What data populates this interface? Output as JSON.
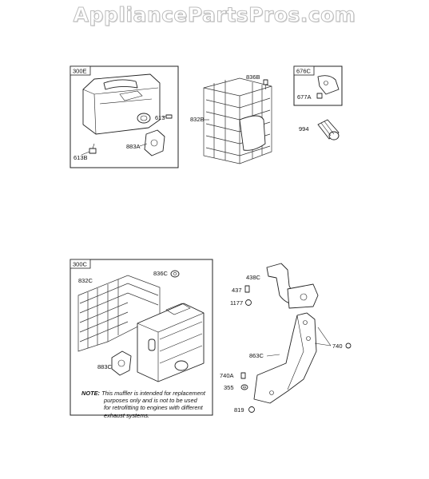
{
  "watermark": "AppliancePartsPros.com",
  "labels": {
    "box1_tag": "300E",
    "p613": "613",
    "p613b": "613B",
    "p883a": "883A",
    "p836b": "836B",
    "p832b": "832B",
    "box2_tag": "676C",
    "p677a": "677A",
    "p994": "994",
    "box3_tag": "300C",
    "p832c": "832C",
    "p836c": "836C",
    "p883c": "883C",
    "p438c": "438C",
    "p437": "437",
    "p1177": "1177",
    "p863c": "863C",
    "p740": "740",
    "p740a": "740A",
    "p355": "355",
    "p819": "819"
  },
  "note": {
    "prefix": "NOTE:",
    "lines": [
      "This muffler is intended for replacement",
      "purposes only and is not to be used",
      "for retrofitting to engines with different",
      "exhaust systems."
    ]
  }
}
